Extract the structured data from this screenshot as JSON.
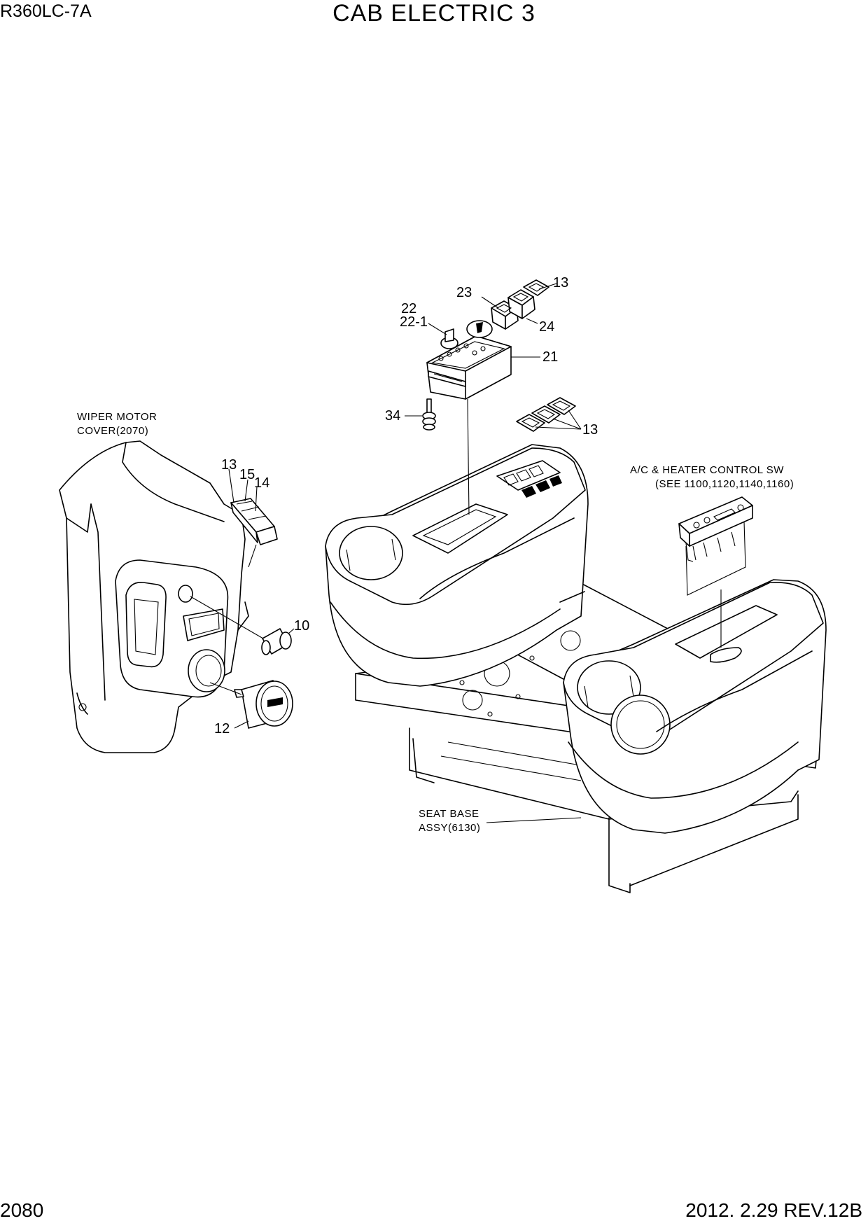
{
  "header": {
    "model": "R360LC-7A",
    "title": "CAB ELECTRIC 3"
  },
  "footer": {
    "page_number": "2080",
    "revision": "2012. 2.29  REV.12B"
  },
  "callouts": {
    "c23": "23",
    "c13_top": "13",
    "c22": "22",
    "c22_1": "22-1",
    "c24": "24",
    "c21": "21",
    "c34": "34",
    "c13_mid": "13",
    "c13_left": "13",
    "c15": "15",
    "c14": "14",
    "c10": "10",
    "c12": "12"
  },
  "notes": {
    "wiper_line1": "WIPER MOTOR",
    "wiper_line2": "COVER(2070)",
    "ac_line1": "A/C & HEATER CONTROL SW",
    "ac_line2": "(SEE 1100,1120,1140,1160)",
    "seat_line1": "SEAT BASE",
    "seat_line2": "ASSY(6130)"
  }
}
